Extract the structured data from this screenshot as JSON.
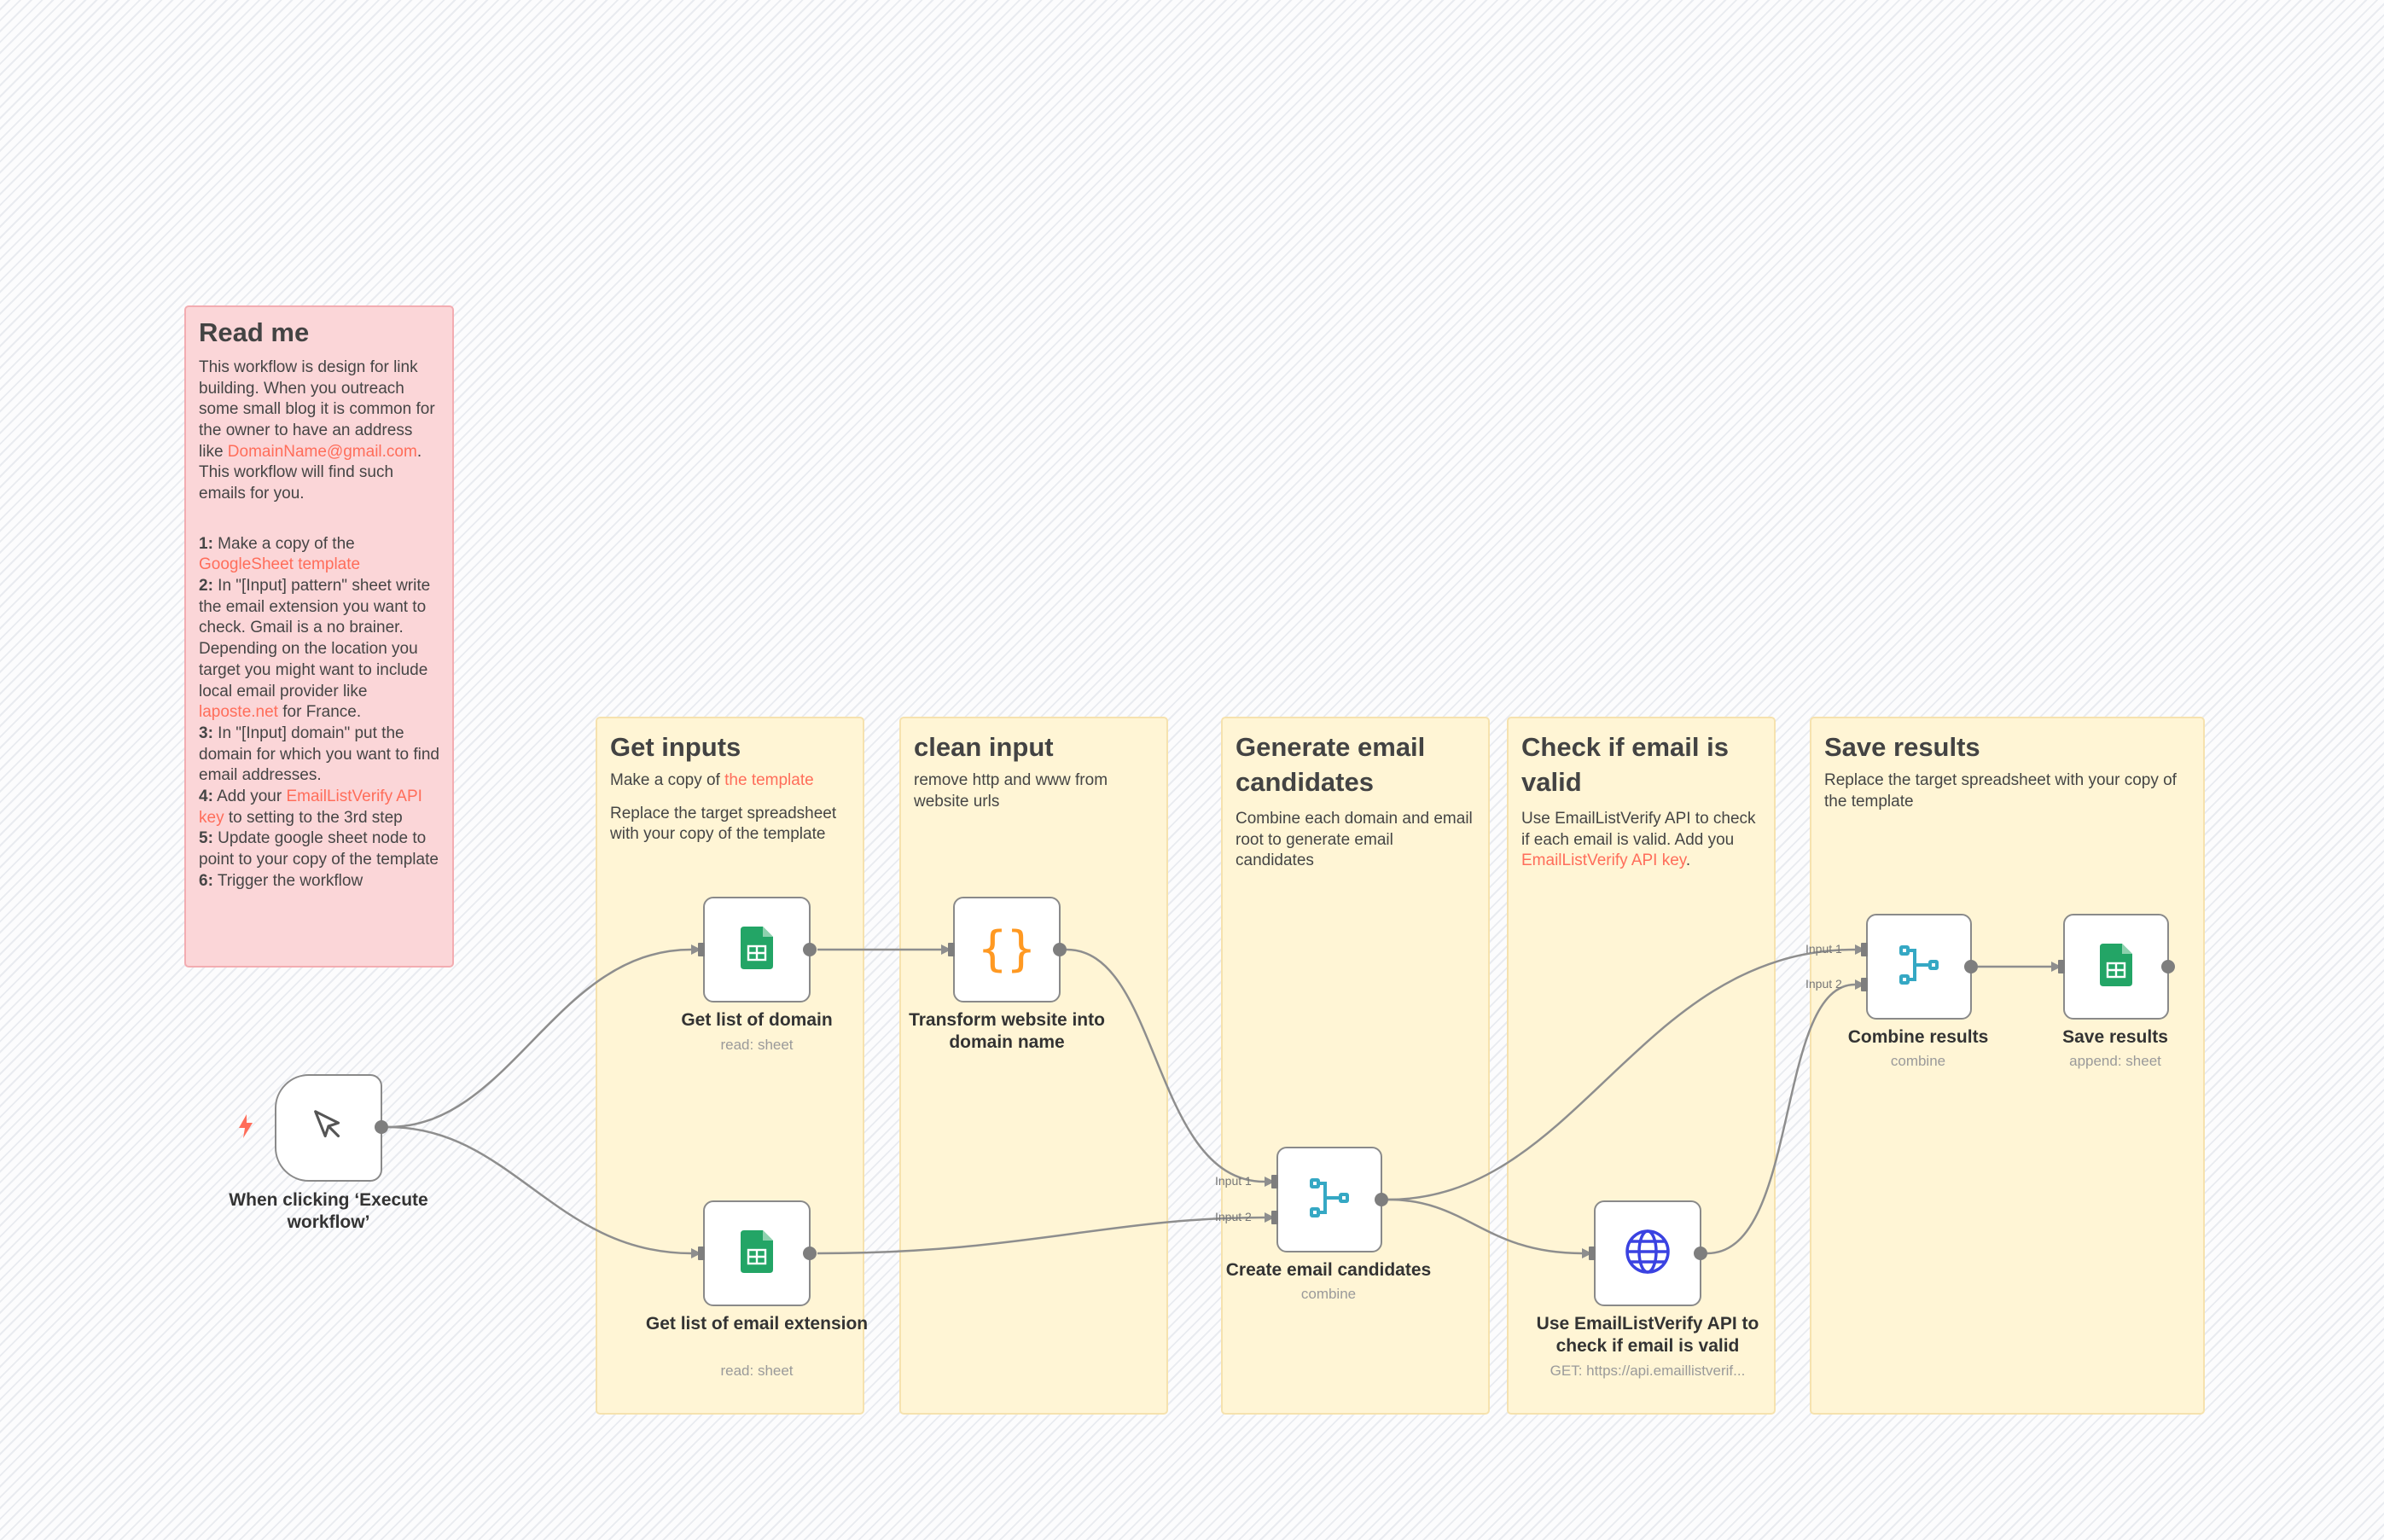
{
  "readme": {
    "title": "Read me",
    "intro_1": "This workflow is design for link building. When you outreach some small blog it is common for the owner to have an address like ",
    "intro_link": "DomainName@gmail.com",
    "intro_2": ". This workflow will find such emails for you.",
    "s1_num": "1:",
    "s1_text": " Make a copy of the ",
    "s1_link": "GoogleSheet template",
    "s2_num": "2:",
    "s2_text": " In \"[Input] pattern\" sheet write the email extension you want to check. Gmail is a no brainer. Depending on the location you target you might want to include local email provider like ",
    "s2_link": "laposte.net",
    "s2_text_end": " for France.",
    "s3_num": "3:",
    "s3_text": " In \"[Input] domain\" put the domain for which you want to find email addresses.",
    "s4_num": "4:",
    "s4_text": " Add your ",
    "s4_link": "EmailListVerify API key",
    "s4_text_end": " to setting to the 3rd step",
    "s5_num": "5:",
    "s5_text": " Update google sheet node to point to your copy of the template",
    "s6_num": "6:",
    "s6_text": " Trigger the workflow"
  },
  "sections": {
    "get_inputs": {
      "title": "Get inputs",
      "line1_text": "Make a copy of ",
      "line1_link": "the template",
      "line2": "Replace the target spreadsheet with your copy of the template"
    },
    "clean_input": {
      "title": "clean input",
      "text": "remove http and www from website urls"
    },
    "generate": {
      "title": "Generate email candidates",
      "text": "Combine each domain and email root to generate email candidates"
    },
    "check": {
      "title": "Check if email is valid",
      "text": "Use EmailListVerify API to check if each email is valid. Add you ",
      "link": "EmailListVerify API key",
      "text_end": "."
    },
    "save": {
      "title": "Save results",
      "text": "Replace the target spreadsheet with your copy of the template"
    }
  },
  "nodes": {
    "trigger": {
      "label": "When clicking ‘Execute workflow’",
      "icon": "cursor-icon"
    },
    "get_domain": {
      "label": "Get list of domain",
      "sub": "read: sheet",
      "icon": "google-sheets-icon"
    },
    "get_ext": {
      "label": "Get list of email extension",
      "sub": "read: sheet",
      "icon": "google-sheets-icon"
    },
    "transform": {
      "label": "Transform website into domain name",
      "icon": "code-braces-icon"
    },
    "create": {
      "label": "Create email candidates",
      "sub": "combine",
      "icon": "merge-icon"
    },
    "api": {
      "label": "Use EmailListVerify API to check if email is valid",
      "sub": "GET: https://api.emaillistverif...",
      "icon": "globe-icon"
    },
    "combine": {
      "label": "Combine results",
      "sub": "combine",
      "icon": "merge-icon"
    },
    "save": {
      "label": "Save results",
      "sub": "append: sheet",
      "icon": "google-sheets-icon"
    }
  },
  "ports": {
    "input1": "Input 1",
    "input2": "Input 2"
  },
  "colors": {
    "accent": "#ff6d5a",
    "sheets_green": "#23a566",
    "code_orange": "#ff9922",
    "merge_teal": "#35a8c4",
    "globe_blue": "#3a42e1",
    "sticky_yellow": "#fff5d5",
    "sticky_pink": "#fbd6d8"
  }
}
